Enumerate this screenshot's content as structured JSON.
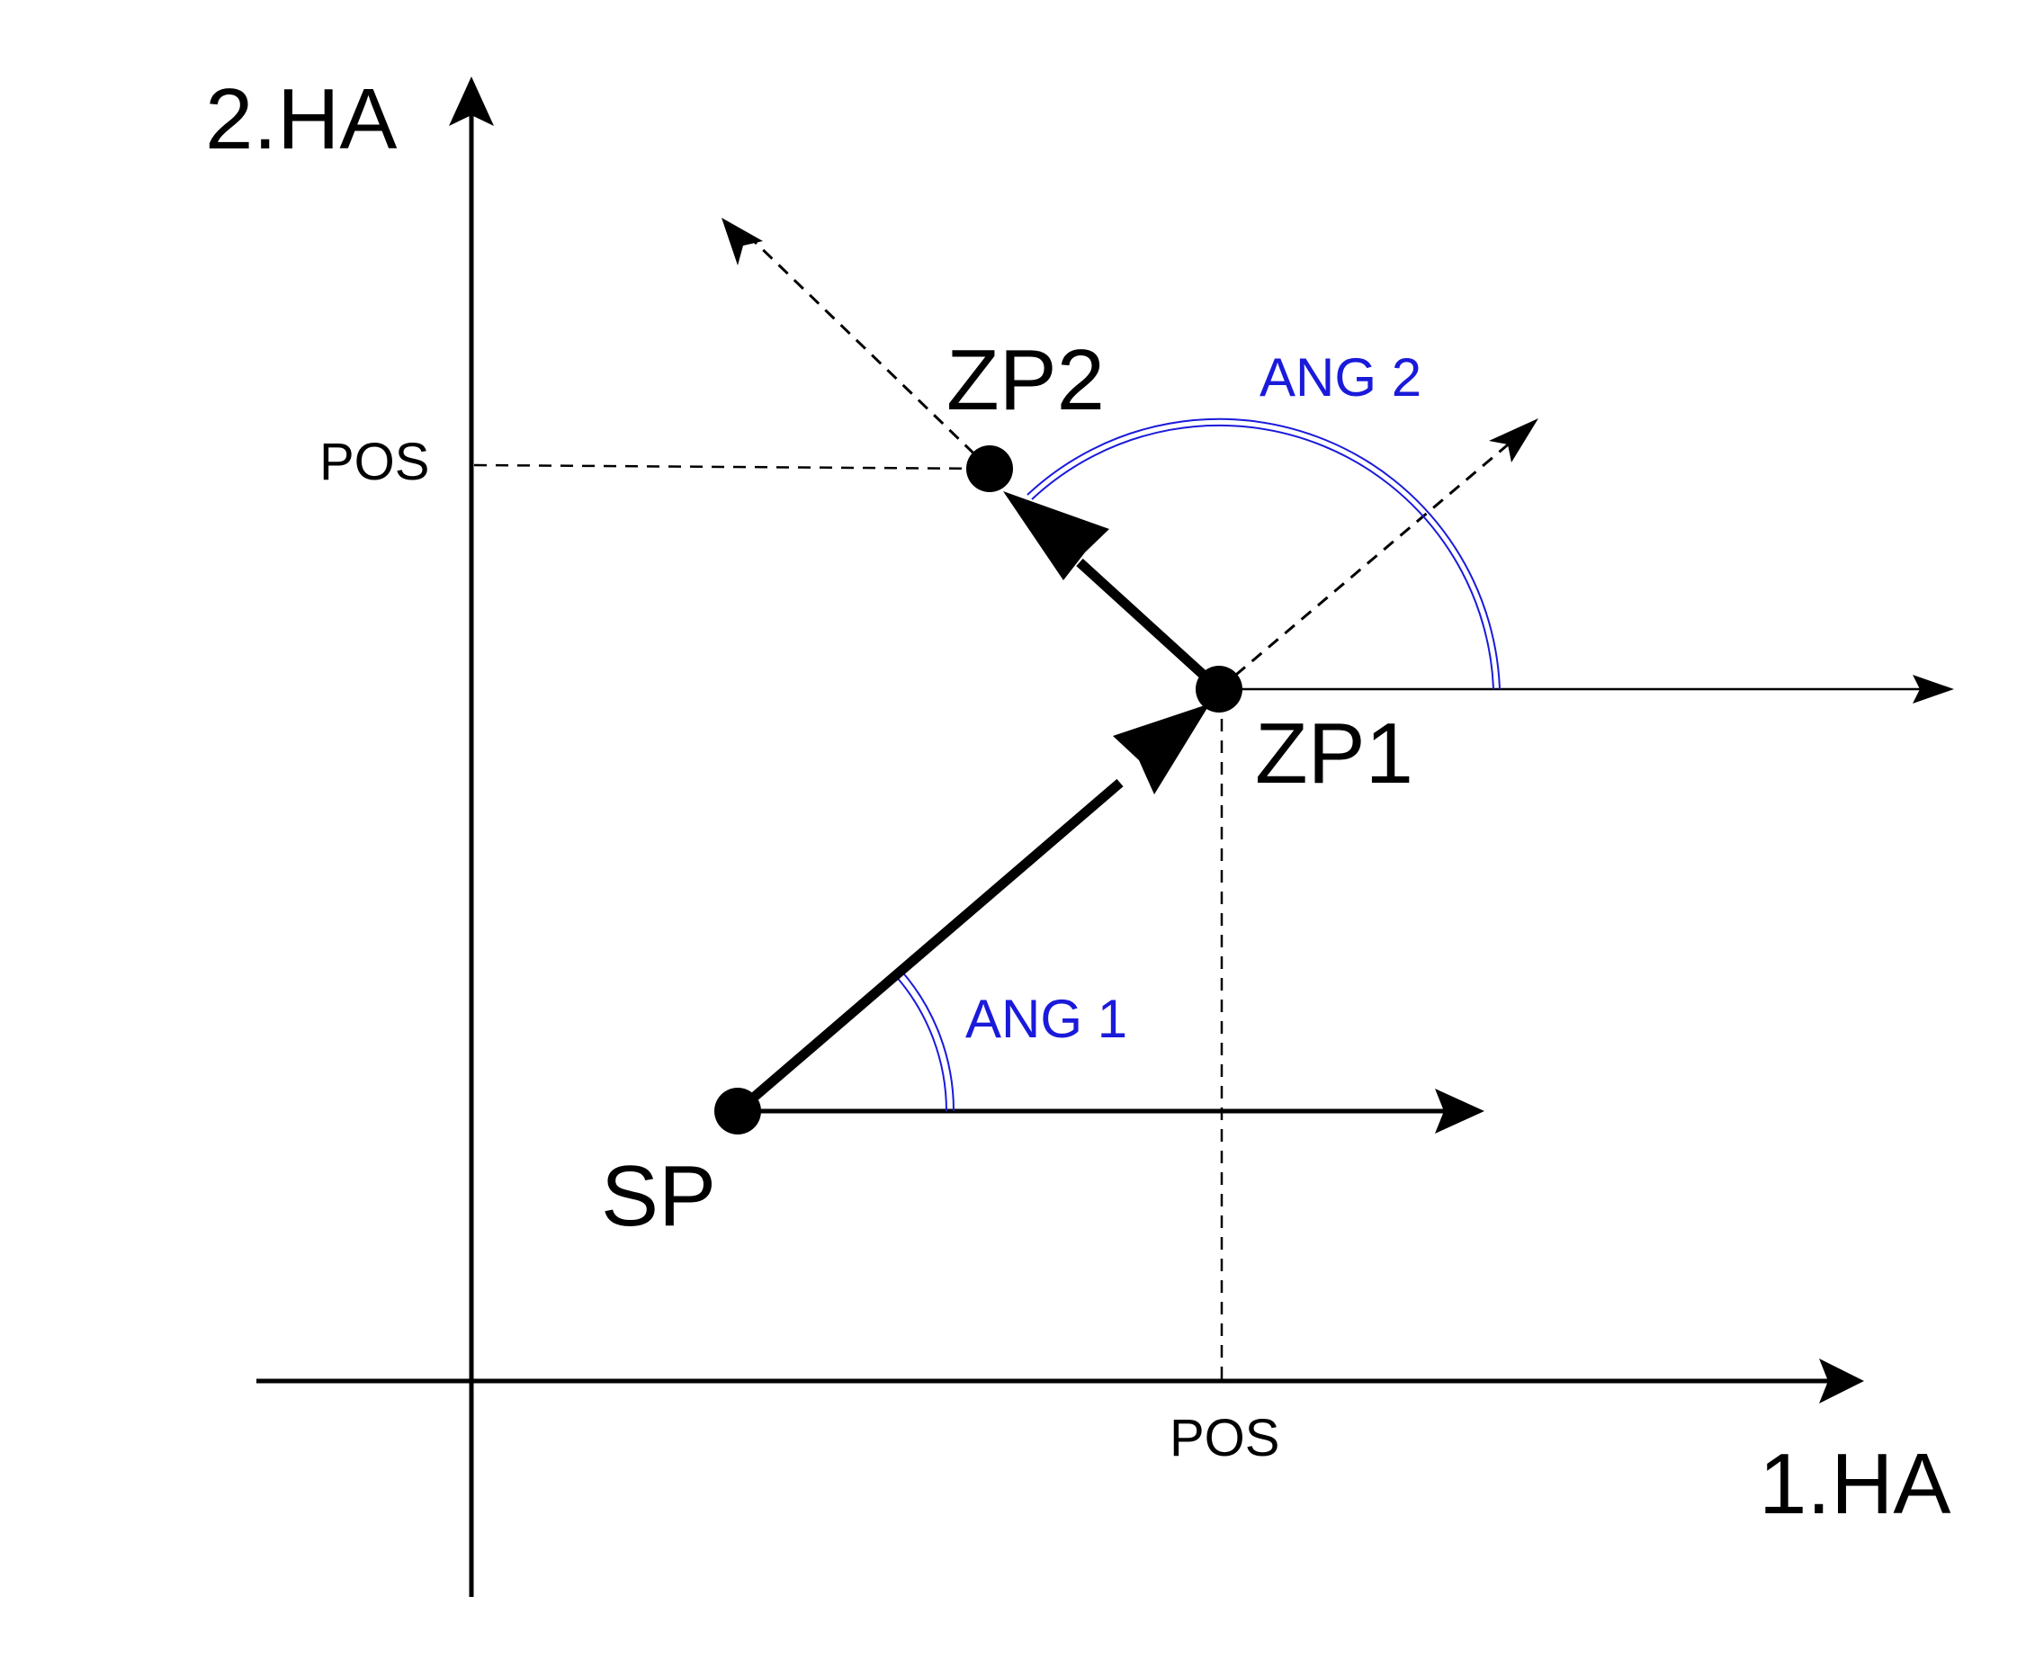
{
  "axes": {
    "x_label": "1.HA",
    "y_label": "2.HA",
    "x_pos_label": "POS",
    "y_pos_label": "POS"
  },
  "points": {
    "start": "SP",
    "target1": "ZP1",
    "target2": "ZP2"
  },
  "angles": {
    "angle1": "ANG 1",
    "angle2": "ANG 2"
  },
  "colors": {
    "line": "#000000",
    "angle": "#1a1adb"
  }
}
